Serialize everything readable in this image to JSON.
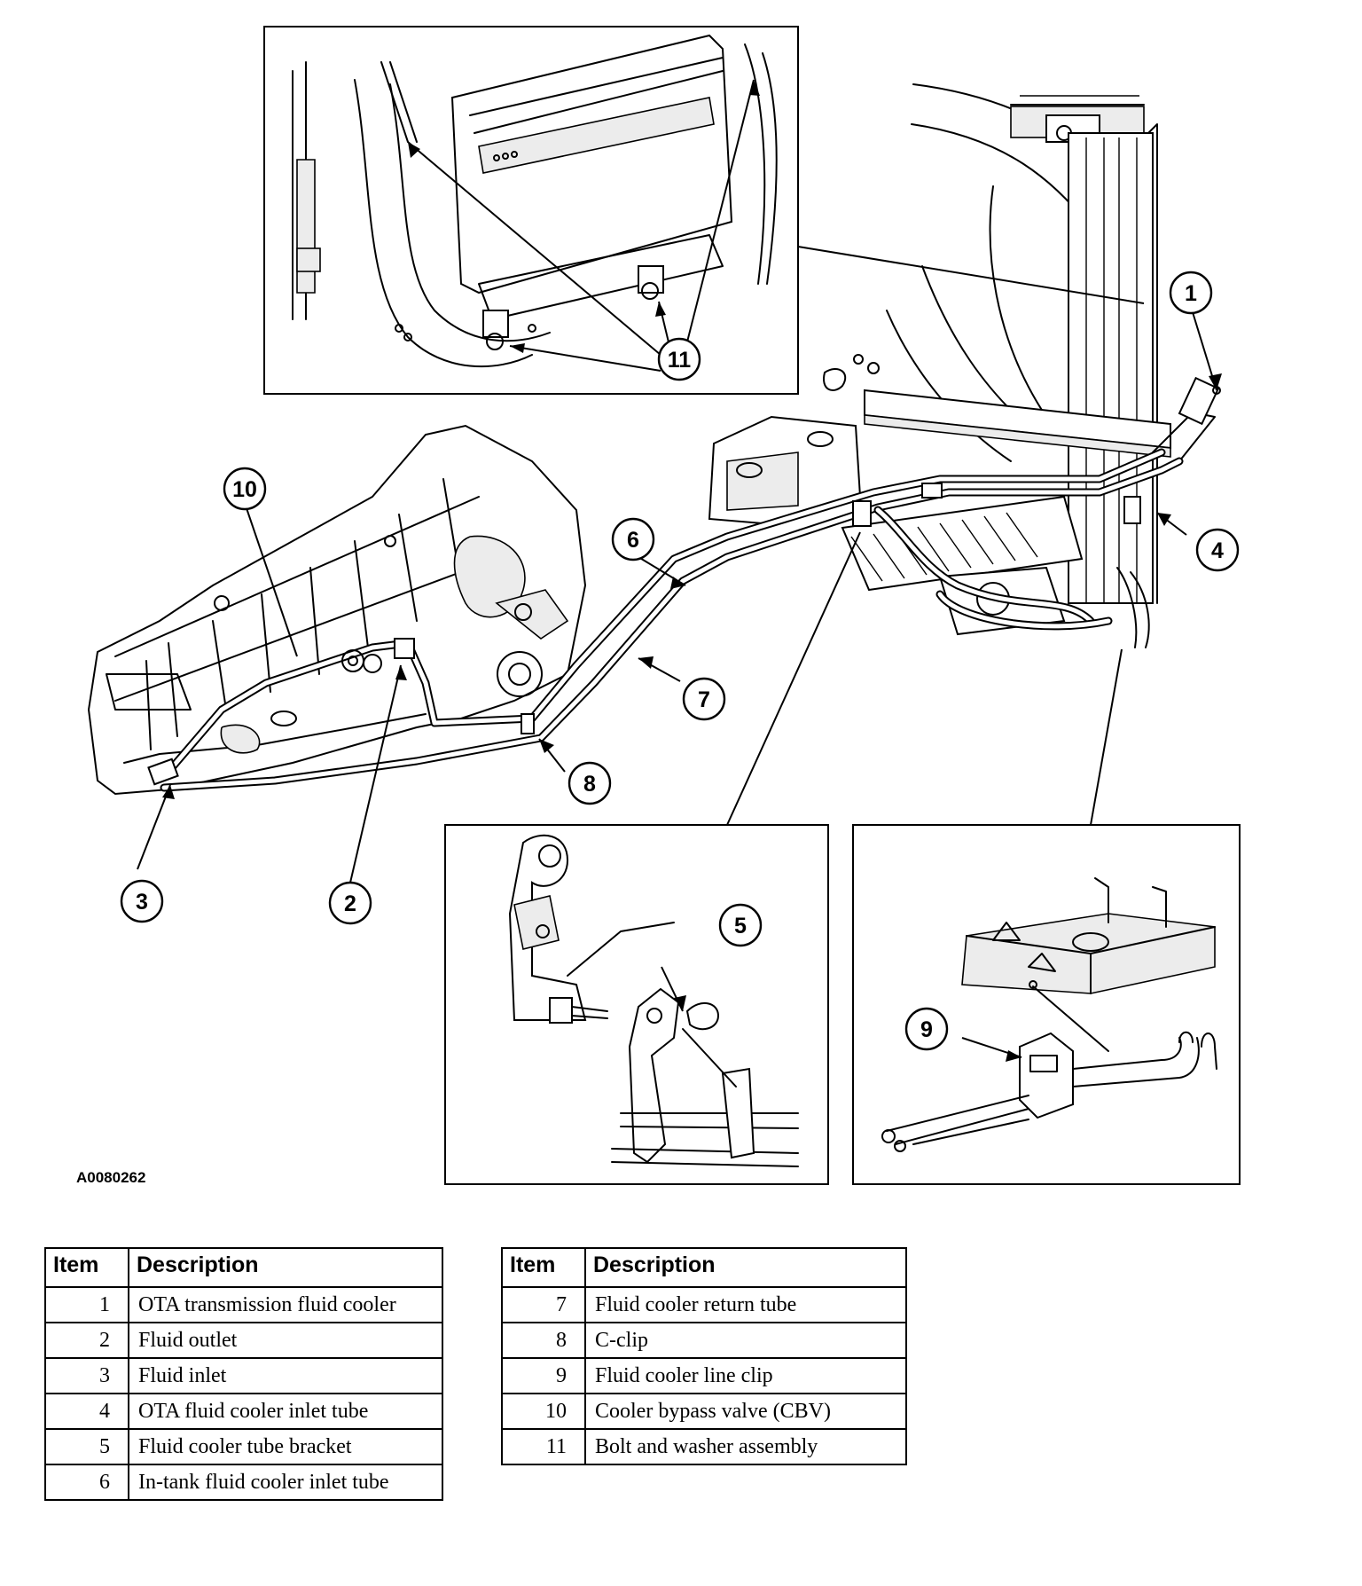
{
  "figure_id": "A0080262",
  "callouts": [
    "1",
    "2",
    "3",
    "4",
    "5",
    "6",
    "7",
    "8",
    "9",
    "10",
    "11"
  ],
  "legend": {
    "header_item": "Item",
    "header_description": "Description",
    "left": [
      {
        "item": "1",
        "description": "OTA transmission fluid cooler"
      },
      {
        "item": "2",
        "description": "Fluid outlet"
      },
      {
        "item": "3",
        "description": "Fluid inlet"
      },
      {
        "item": "4",
        "description": "OTA fluid cooler inlet tube"
      },
      {
        "item": "5",
        "description": "Fluid cooler tube bracket"
      },
      {
        "item": "6",
        "description": "In-tank fluid cooler inlet tube"
      }
    ],
    "right": [
      {
        "item": "7",
        "description": "Fluid cooler return tube"
      },
      {
        "item": "8",
        "description": "C-clip"
      },
      {
        "item": "9",
        "description": "Fluid cooler line clip"
      },
      {
        "item": "10",
        "description": "Cooler bypass valve (CBV)"
      },
      {
        "item": "11",
        "description": "Bolt and washer assembly"
      }
    ]
  }
}
